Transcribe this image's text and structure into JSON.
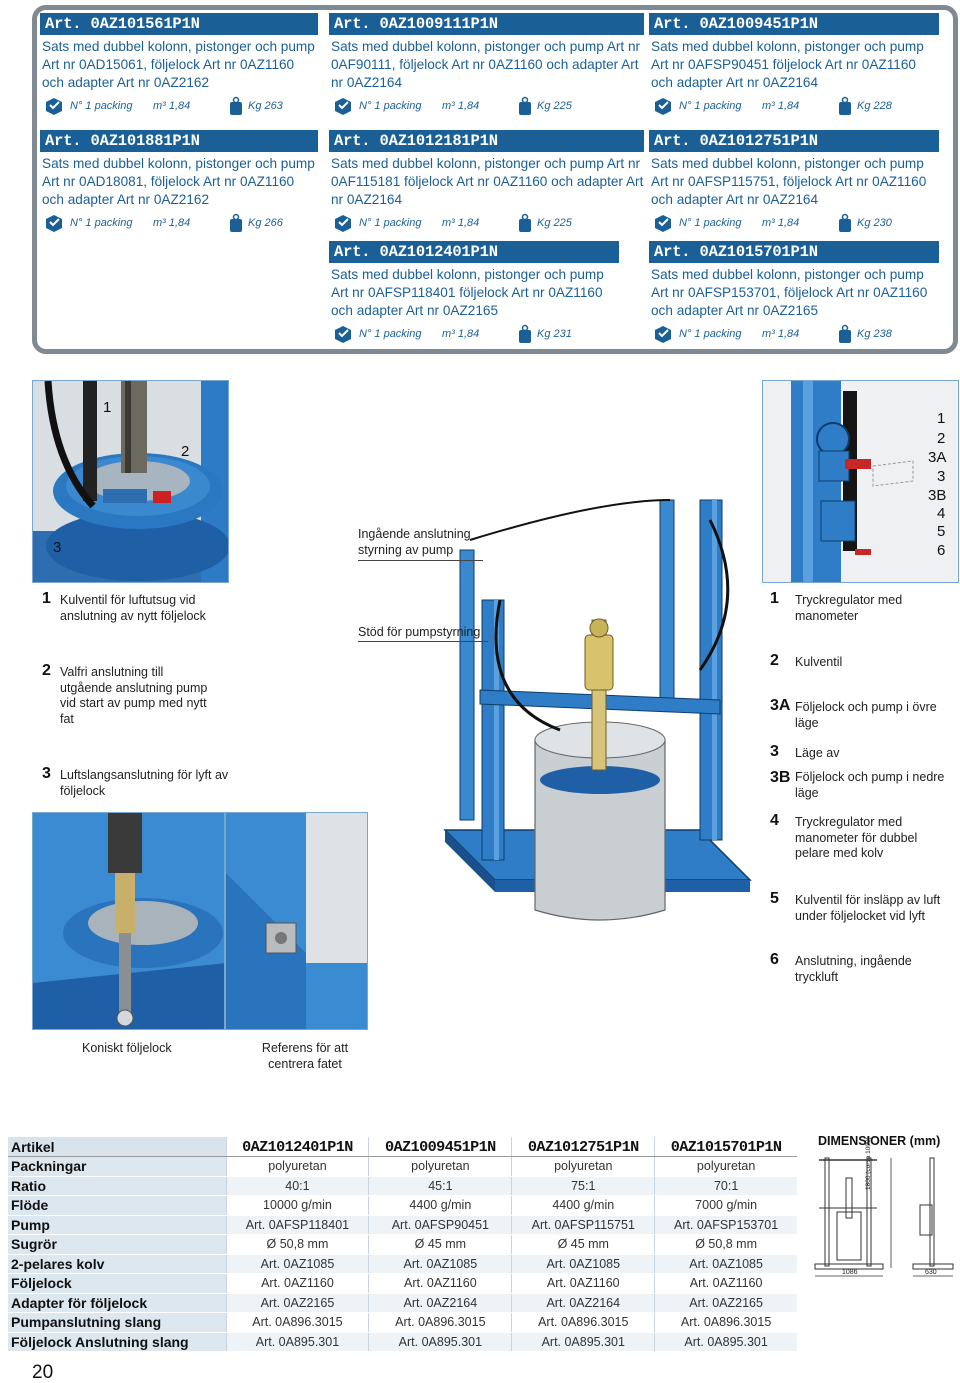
{
  "products": [
    {
      "art": "Art. 0AZ101561P1N",
      "desc": "Sats med dubbel kolonn, pistonger och pump Art nr 0AD15061, följelock Art nr 0AZ1160 och adapter Art nr 0AZ2162",
      "packing": "N° 1 packing",
      "m3": "m³ 1,84",
      "kg": "Kg 263"
    },
    {
      "art": "Art. 0AZ1009111P1N",
      "desc": "Sats med dubbel kolonn, pistonger och pump Art nr 0AF90111, följelock Art nr 0AZ1160 och adapter Art nr 0AZ2164",
      "packing": "N° 1 packing",
      "m3": "m³ 1,84",
      "kg": "Kg 225"
    },
    {
      "art": "Art. 0AZ1009451P1N",
      "desc": "Sats med dubbel kolonn, pistonger och pump Art nr 0AFSP90451 följelock Art nr 0AZ1160 och adapter Art nr 0AZ2164",
      "packing": "N° 1 packing",
      "m3": "m³ 1,84",
      "kg": "Kg 228"
    },
    {
      "art": "Art. 0AZ101881P1N",
      "desc": "Sats med dubbel kolonn, pistonger och pump Art nr 0AD18081, följelock Art nr 0AZ1160 och adapter Art nr 0AZ2162",
      "packing": "N° 1 packing",
      "m3": "m³ 1,84",
      "kg": "Kg 266"
    },
    {
      "art": "Art. 0AZ1012181P1N",
      "desc": "Sats med dubbel kolonn, pistonger och pump Art nr 0AF115181 följelock Art nr 0AZ1160 och adapter Art nr 0AZ2164",
      "packing": "N° 1 packing",
      "m3": "m³ 1,84",
      "kg": "Kg 225"
    },
    {
      "art": "Art. 0AZ1012751P1N",
      "desc": "Sats med dubbel kolonn, pistonger och pump Art nr 0AFSP115751, följelock Art nr 0AZ1160 och adapter Art nr 0AZ2164",
      "packing": "N° 1 packing",
      "m3": "m³ 1,84",
      "kg": "Kg 230"
    },
    {
      "art": "Art. 0AZ1012401P1N",
      "desc": "Sats med dubbel kolonn, pistonger och pump Art nr 0AFSP118401 följelock Art nr 0AZ1160 och adapter Art nr 0AZ2165",
      "packing": "N° 1 packing",
      "m3": "m³ 1,84",
      "kg": "Kg 231"
    },
    {
      "art": "Art. 0AZ1015701P1N",
      "desc": "Sats med dubbel kolonn, pistonger och pump Art nr 0AFSP153701, följelock Art nr 0AZ1160 och adapter Art nr 0AZ2165",
      "packing": "N° 1 packing",
      "m3": "m³ 1,84",
      "kg": "Kg 238"
    }
  ],
  "left_figure": {
    "labels": [
      "1",
      "2",
      "3"
    ],
    "captions": [
      {
        "num": "1",
        "text": "Kulventil för luftutsug vid anslutning av nytt följelock"
      },
      {
        "num": "2",
        "text": "Valfri anslutning till utgående anslutning pump vid start av pump med nytt fat"
      },
      {
        "num": "3",
        "text": "Luftslangsanslutning för lyft av följelock"
      }
    ]
  },
  "center_figure": {
    "label_inlet": "Ingående anslutning styrning av pump",
    "label_support": "Stöd för pumpstyrning"
  },
  "right_figure": {
    "labels": [
      "1",
      "2",
      "3A",
      "3",
      "3B",
      "4",
      "5",
      "6"
    ],
    "captions": [
      {
        "num": "1",
        "text": "Tryckregulator med manometer"
      },
      {
        "num": "2",
        "text": "Kulventil"
      },
      {
        "num": "3A",
        "text": "Följelock och pump i övre läge"
      },
      {
        "num": "3",
        "text": "Läge av"
      },
      {
        "num": "3B",
        "text": "Följelock och pump i nedre läge"
      },
      {
        "num": "4",
        "text": "Tryckregulator med manometer för dubbel pelare med kolv"
      },
      {
        "num": "5",
        "text": "Kulventil för insläpp av luft under följelocket vid lyft"
      },
      {
        "num": "6",
        "text": "Anslutning, ingående tryckluft"
      }
    ]
  },
  "bottom_captions": {
    "conical": "Koniskt följelock",
    "reference": "Referens för att centrera fatet"
  },
  "table": {
    "headers": [
      "Artikel",
      "0AZ1012401P1N",
      "0AZ1009451P1N",
      "0AZ1012751P1N",
      "0AZ1015701P1N"
    ],
    "rows": [
      [
        "Packningar",
        "polyuretan",
        "polyuretan",
        "polyuretan",
        "polyuretan"
      ],
      [
        "Ratio",
        "40:1",
        "45:1",
        "75:1",
        "70:1"
      ],
      [
        "Flöde",
        "10000 g/min",
        "4400 g/min",
        "4400 g/min",
        "7000 g/min"
      ],
      [
        "Pump",
        "Art. 0AFSP118401",
        "Art. 0AFSP90451",
        "Art. 0AFSP115751",
        "Art. 0AFSP153701"
      ],
      [
        "Sugrör",
        "Ø 50,8 mm",
        "Ø 45 mm",
        "Ø 45 mm",
        "Ø 50,8 mm"
      ],
      [
        "2-pelares kolv",
        "Art. 0AZ1085",
        "Art. 0AZ1085",
        "Art. 0AZ1085",
        "Art. 0AZ1085"
      ],
      [
        "Följelock",
        "Art. 0AZ1160",
        "Art. 0AZ1160",
        "Art. 0AZ1160",
        "Art. 0AZ1160"
      ],
      [
        "Adapter för följelock",
        "Art. 0AZ2165",
        "Art. 0AZ2164",
        "Art. 0AZ2164",
        "Art. 0AZ2165"
      ],
      [
        "Pumpanslutning slang",
        "Art. 0A896.3015",
        "Art. 0A896.3015",
        "Art. 0A896.3015",
        "Art. 0A896.3015"
      ],
      [
        "Följelock Anslutning slang",
        "Art. 0A895.301",
        "Art. 0A895.301",
        "Art. 0A895.301",
        "Art. 0A895.301"
      ]
    ]
  },
  "dimensions": {
    "title": "DIMENSIONER (mm)",
    "width1": "1086",
    "width2": "630",
    "height": "1800 (corsa 1000)"
  },
  "page_number": "20",
  "colors": {
    "brand_blue": "#1b5f97",
    "frame_blue": "#2e7dc6",
    "box_border": "#7f8a92"
  }
}
